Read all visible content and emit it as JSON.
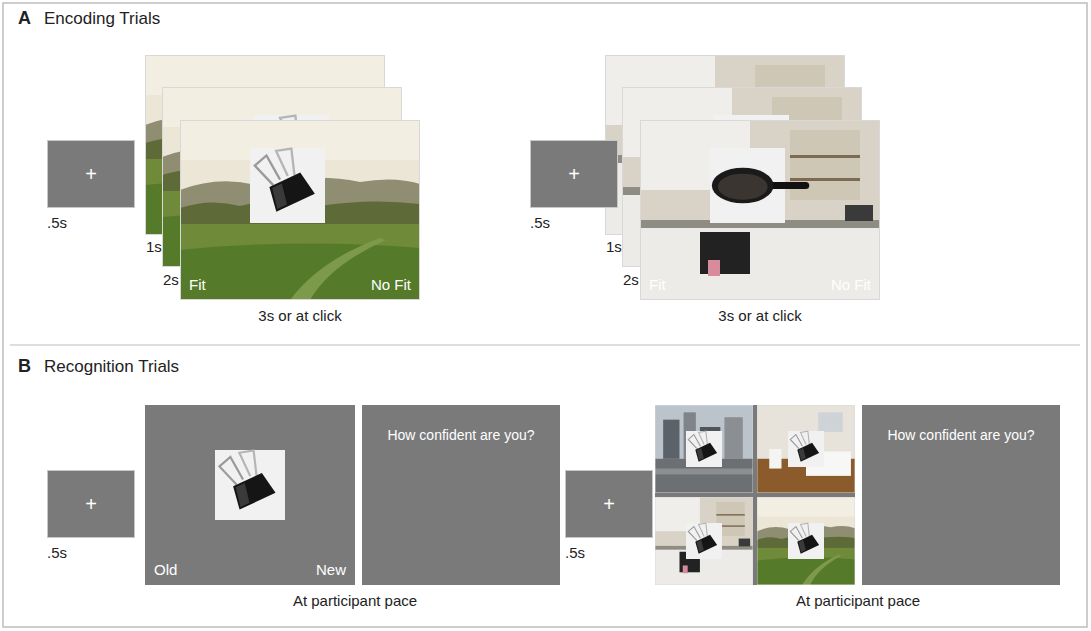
{
  "diagram": {
    "nodes": [
      {
        "text": [
          "+"
        ]
      },
      {
        "text": [
          "Fit",
          "No Fit"
        ]
      },
      {
        "text": [
          "+"
        ]
      },
      {
        "text": [
          "Fit",
          "No Fit"
        ]
      },
      {
        "text": [
          "+"
        ]
      },
      {
        "text": [
          "Old",
          "New"
        ]
      },
      {
        "text": [
          "How confident are you?"
        ]
      },
      {
        "text": [
          "+"
        ]
      },
      {
        "text": [
          "How confident are you?"
        ]
      }
    ],
    "labels": [
      "A",
      "Encoding Trials",
      ".5s",
      "1s",
      "2s",
      "3s or at click",
      ".5s",
      "1s",
      "2s",
      "3s or at click",
      "B",
      "Recognition Trials",
      ".5s",
      "At participant pace",
      ".5s",
      "At participant pace"
    ]
  }
}
